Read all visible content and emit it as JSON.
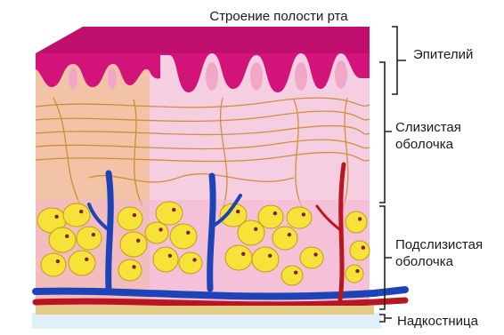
{
  "title": "Строение полости рта",
  "labels": {
    "epithelium": "Эпителий",
    "mucosa_line1": "Слизистая",
    "mucosa_line2": "оболочка",
    "submucosa_line1": "Подслизистая",
    "submucosa_line2": "оболочка",
    "periosteum": "Надкостница"
  },
  "colors": {
    "epithelium": "#d2147a",
    "epithelium_top": "#c00f6c",
    "mucosa": "#f2c3a7",
    "mucosa_side": "#f5cfe1",
    "submucosa": "#f4b6d1",
    "fat_cell": "#f6e33a",
    "fat_outline": "#c79a12",
    "fat_nucleus": "#8b1b3e",
    "vein": "#1d43b8",
    "artery": "#b81620",
    "fiber": "#c98521",
    "periosteum": "#e6cd87",
    "floor": "#dff0f8",
    "bracket": "#222222"
  }
}
